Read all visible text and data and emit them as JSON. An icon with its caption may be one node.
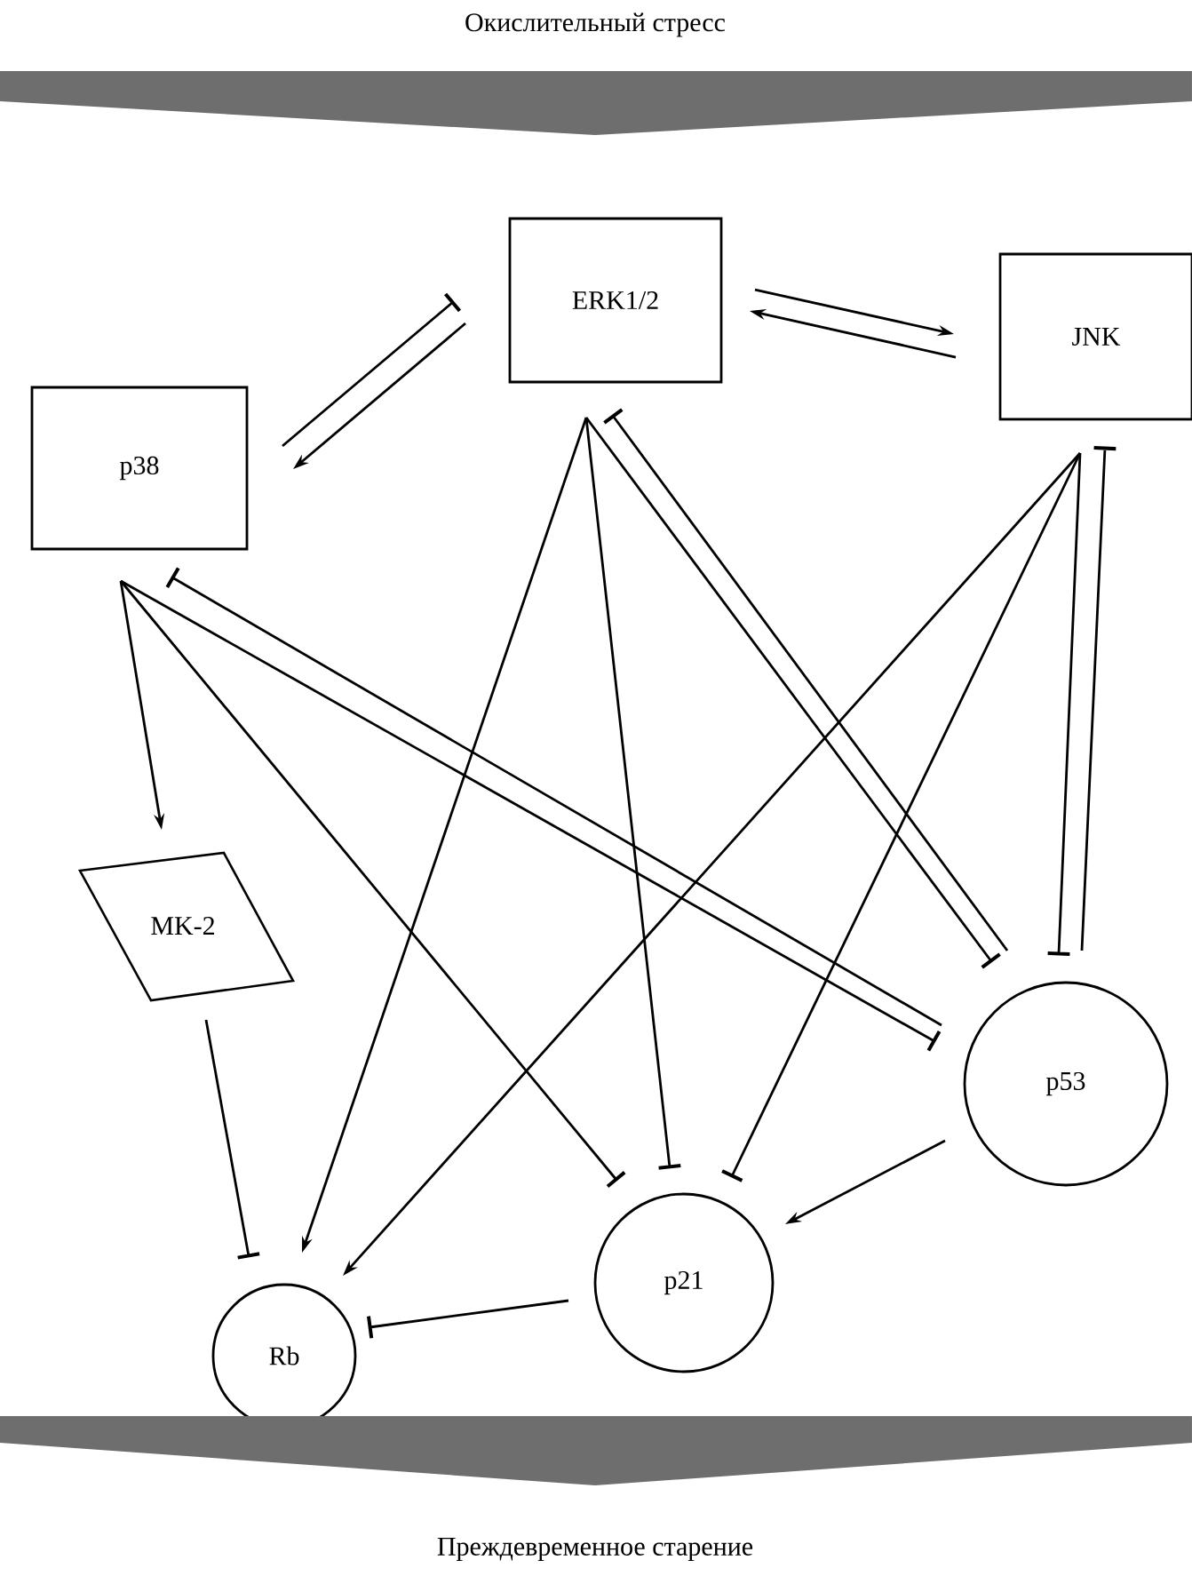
{
  "diagram": {
    "nodes": [
      {
        "text": [
          "Окислительный стресс"
        ]
      },
      {
        "text": [
          "ERK1/2"
        ]
      },
      {
        "text": [
          "JNK"
        ]
      },
      {
        "text": [
          "p38"
        ]
      },
      {
        "text": [
          "MK-2"
        ]
      },
      {
        "text": [
          "p53"
        ]
      },
      {
        "text": [
          "p21"
        ]
      },
      {
        "text": [
          "Rb"
        ]
      },
      {
        "text": [
          "Преждевременное старение"
        ]
      }
    ],
    "edges": [
      {
        "from": 3,
        "to": 1,
        "arrow": "other"
      },
      {
        "from": 1,
        "to": 3,
        "arrow": "to"
      },
      {
        "from": 1,
        "to": 2,
        "arrow": "to"
      },
      {
        "from": 2,
        "to": 1,
        "arrow": "to"
      },
      {
        "from": 1,
        "to": 7,
        "arrow": "to"
      },
      {
        "from": 1,
        "to": 6,
        "arrow": "other"
      },
      {
        "from": 1,
        "to": 5,
        "arrow": "other"
      },
      {
        "from": 5,
        "to": 1,
        "arrow": "other"
      },
      {
        "from": 2,
        "to": 7,
        "arrow": "to"
      },
      {
        "from": 2,
        "to": 6,
        "arrow": "other"
      },
      {
        "from": 2,
        "to": 5,
        "arrow": "other"
      },
      {
        "from": 5,
        "to": 2,
        "arrow": "other"
      },
      {
        "from": 3,
        "to": 4,
        "arrow": "to"
      },
      {
        "from": 3,
        "to": 6,
        "arrow": "other"
      },
      {
        "from": 3,
        "to": 5,
        "arrow": "other"
      },
      {
        "from": 5,
        "to": 3,
        "arrow": "other"
      },
      {
        "from": 4,
        "to": 7,
        "arrow": "other"
      },
      {
        "from": 5,
        "to": 6,
        "arrow": "to"
      },
      {
        "from": 6,
        "to": 7,
        "arrow": "other"
      }
    ]
  }
}
